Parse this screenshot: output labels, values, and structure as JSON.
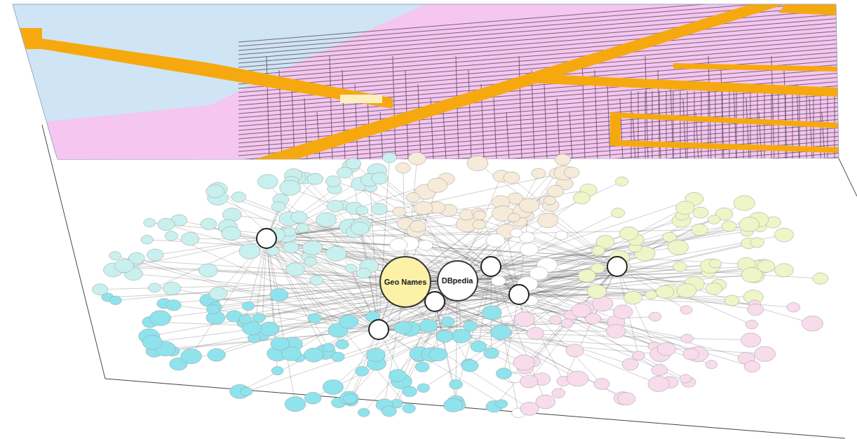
{
  "diagram": {
    "nodes": [
      {
        "text": [
          "Geo Names"
        ]
      },
      {
        "text": [
          "DBpedia"
        ]
      }
    ],
    "edges": [
      {
        "from": 0,
        "to": 1,
        "arrow": "none"
      }
    ]
  }
}
